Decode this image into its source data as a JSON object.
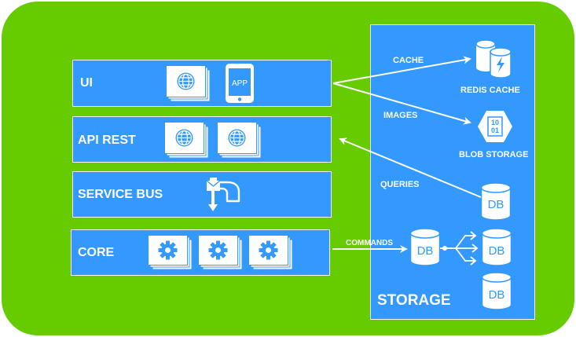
{
  "layers": {
    "ui": "UI",
    "api": "API REST",
    "bus": "SERVICE BUS",
    "core": "CORE"
  },
  "storage": {
    "title": "STORAGE",
    "redis": "REDIS CACHE",
    "blob": "BLOB STORAGE",
    "blob_bits": [
      "10",
      "01"
    ],
    "db_label": "DB"
  },
  "app_label": "APP",
  "arrows": {
    "cache": "CACHE",
    "images": "IMAGES",
    "queries": "QUERIES",
    "commands": "COMMANDS"
  },
  "colors": {
    "background": "#66cc00",
    "box": "#3399ff",
    "stroke": "#ffffff"
  }
}
